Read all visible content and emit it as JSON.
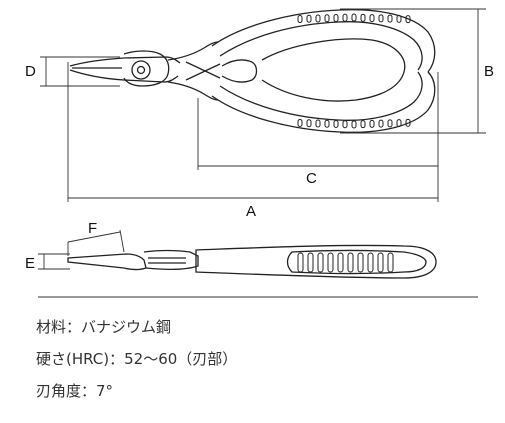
{
  "dimensions": {
    "a": "A",
    "b": "B",
    "c": "C",
    "d": "D",
    "e": "E",
    "f": "F"
  },
  "specs": {
    "material": "材料：バナジウム鋼",
    "hardness": "硬さ(HRC)：52〜60（刃部）",
    "edge_angle": "刃角度：7°"
  },
  "colors": {
    "line": "#222222",
    "dimension_line": "#333333"
  }
}
